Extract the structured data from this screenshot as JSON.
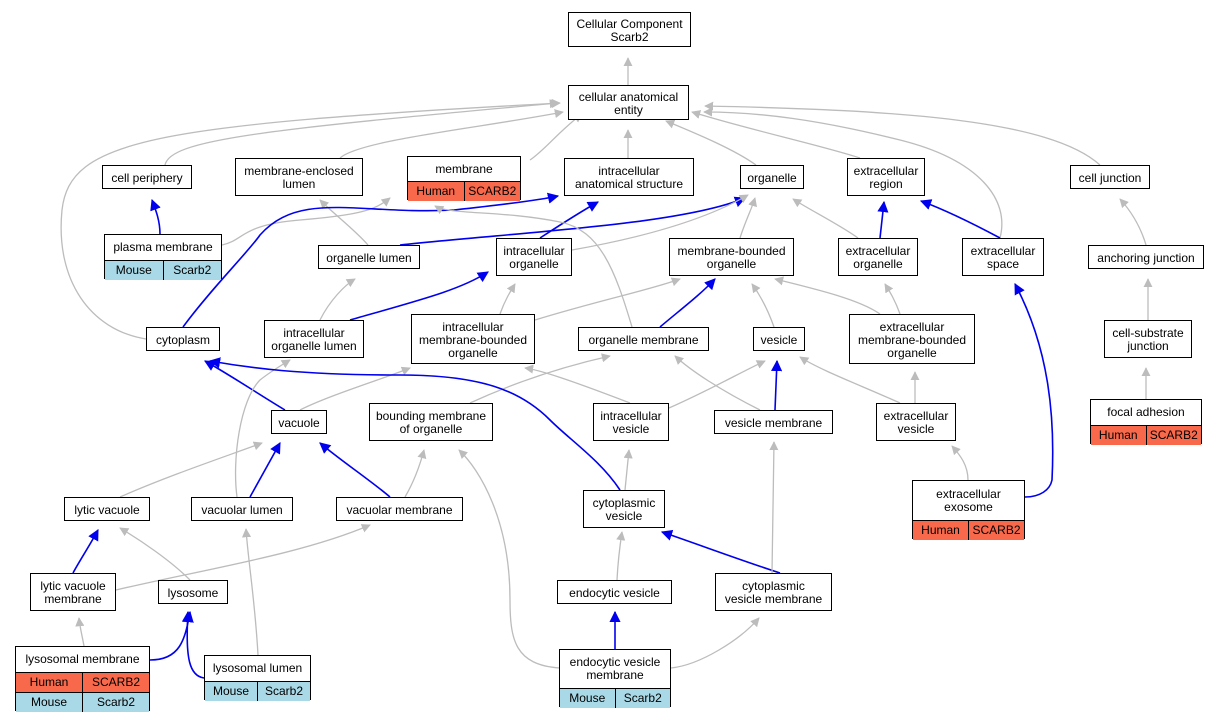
{
  "diagram": {
    "colors": {
      "is_a": "#bcbcbc",
      "part_of": "#0000ee",
      "human": "#f8694c",
      "mouse": "#a9d8e6"
    },
    "nodes": [
      {
        "id": "root",
        "label": "Cellular Component\nScarb2"
      },
      {
        "id": "cae",
        "label": "cellular anatomical\nentity"
      },
      {
        "id": "cell-periphery",
        "label": "cell periphery"
      },
      {
        "id": "mel",
        "label": "membrane-enclosed\nlumen"
      },
      {
        "id": "membrane",
        "label": "membrane",
        "annotations": [
          {
            "species": "Human",
            "gene": "SCARB2"
          }
        ]
      },
      {
        "id": "ias",
        "label": "intracellular\nanatomical structure"
      },
      {
        "id": "organelle",
        "label": "organelle"
      },
      {
        "id": "ecr",
        "label": "extracellular\nregion"
      },
      {
        "id": "cell-junction",
        "label": "cell junction"
      },
      {
        "id": "plasma-membrane",
        "label": "plasma membrane",
        "annotations": [
          {
            "species": "Mouse",
            "gene": "Scarb2"
          }
        ]
      },
      {
        "id": "organelle-lumen",
        "label": "organelle lumen"
      },
      {
        "id": "intracellular-organelle",
        "label": "intracellular\norganelle"
      },
      {
        "id": "mbo",
        "label": "membrane-bounded\norganelle"
      },
      {
        "id": "eco",
        "label": "extracellular\norganelle"
      },
      {
        "id": "ecs",
        "label": "extracellular\nspace"
      },
      {
        "id": "anchoring-junction",
        "label": "anchoring junction"
      },
      {
        "id": "cytoplasm",
        "label": "cytoplasm"
      },
      {
        "id": "iol",
        "label": "intracellular\norganelle lumen"
      },
      {
        "id": "imbo",
        "label": "intracellular\nmembrane-bounded\norganelle"
      },
      {
        "id": "organelle-membrane",
        "label": "organelle membrane"
      },
      {
        "id": "vesicle",
        "label": "vesicle"
      },
      {
        "id": "embo",
        "label": "extracellular\nmembrane-bounded\norganelle"
      },
      {
        "id": "csj",
        "label": "cell-substrate\njunction"
      },
      {
        "id": "vacuole",
        "label": "vacuole"
      },
      {
        "id": "bmo",
        "label": "bounding membrane\nof organelle"
      },
      {
        "id": "iv",
        "label": "intracellular\nvesicle"
      },
      {
        "id": "vesicle-membrane",
        "label": "vesicle membrane"
      },
      {
        "id": "ecv",
        "label": "extracellular\nvesicle"
      },
      {
        "id": "focal-adhesion",
        "label": "focal adhesion",
        "annotations": [
          {
            "species": "Human",
            "gene": "SCARB2"
          }
        ]
      },
      {
        "id": "ece",
        "label": "extracellular\nexosome",
        "annotations": [
          {
            "species": "Human",
            "gene": "SCARB2"
          }
        ]
      },
      {
        "id": "lytic-vacuole",
        "label": "lytic vacuole"
      },
      {
        "id": "vacuolar-lumen",
        "label": "vacuolar lumen"
      },
      {
        "id": "vacuolar-membrane",
        "label": "vacuolar membrane"
      },
      {
        "id": "cv",
        "label": "cytoplasmic\nvesicle"
      },
      {
        "id": "lvm",
        "label": "lytic vacuole\nmembrane"
      },
      {
        "id": "lysosome",
        "label": "lysosome"
      },
      {
        "id": "endocytic-vesicle",
        "label": "endocytic vesicle"
      },
      {
        "id": "cvm",
        "label": "cytoplasmic\nvesicle membrane"
      },
      {
        "id": "lysosomal-membrane",
        "label": "lysosomal membrane",
        "annotations": [
          {
            "species": "Human",
            "gene": "SCARB2"
          },
          {
            "species": "Mouse",
            "gene": "Scarb2"
          }
        ]
      },
      {
        "id": "lysosomal-lumen",
        "label": "lysosomal lumen",
        "annotations": [
          {
            "species": "Mouse",
            "gene": "Scarb2"
          }
        ]
      },
      {
        "id": "evm",
        "label": "endocytic vesicle\nmembrane",
        "annotations": [
          {
            "species": "Mouse",
            "gene": "Scarb2"
          }
        ]
      }
    ],
    "edges": [
      {
        "from": "cae",
        "to": "root",
        "type": "is_a"
      },
      {
        "from": "cell-periphery",
        "to": "cae",
        "type": "is_a"
      },
      {
        "from": "mel",
        "to": "cae",
        "type": "is_a"
      },
      {
        "from": "membrane",
        "to": "cae",
        "type": "is_a"
      },
      {
        "from": "ias",
        "to": "cae",
        "type": "is_a"
      },
      {
        "from": "organelle",
        "to": "cae",
        "type": "is_a"
      },
      {
        "from": "ecr",
        "to": "cae",
        "type": "is_a"
      },
      {
        "from": "cell-junction",
        "to": "cae",
        "type": "is_a"
      },
      {
        "from": "ecs",
        "to": "cae",
        "type": "is_a"
      },
      {
        "from": "cytoplasm",
        "to": "cae",
        "type": "is_a"
      },
      {
        "from": "plasma-membrane",
        "to": "cell-periphery",
        "type": "part_of"
      },
      {
        "from": "plasma-membrane",
        "to": "membrane",
        "type": "is_a"
      },
      {
        "from": "organelle-lumen",
        "to": "mel",
        "type": "is_a"
      },
      {
        "from": "organelle-lumen",
        "to": "organelle",
        "type": "part_of"
      },
      {
        "from": "cytoplasm",
        "to": "ias",
        "type": "part_of"
      },
      {
        "from": "intracellular-organelle",
        "to": "ias",
        "type": "part_of"
      },
      {
        "from": "intracellular-organelle",
        "to": "organelle",
        "type": "is_a"
      },
      {
        "from": "mbo",
        "to": "organelle",
        "type": "is_a"
      },
      {
        "from": "eco",
        "to": "organelle",
        "type": "is_a"
      },
      {
        "from": "eco",
        "to": "ecr",
        "type": "part_of"
      },
      {
        "from": "ecs",
        "to": "ecr",
        "type": "part_of"
      },
      {
        "from": "anchoring-junction",
        "to": "cell-junction",
        "type": "is_a"
      },
      {
        "from": "csj",
        "to": "anchoring-junction",
        "type": "is_a"
      },
      {
        "from": "focal-adhesion",
        "to": "csj",
        "type": "is_a"
      },
      {
        "from": "iol",
        "to": "organelle-lumen",
        "type": "is_a"
      },
      {
        "from": "iol",
        "to": "intracellular-organelle",
        "type": "part_of"
      },
      {
        "from": "imbo",
        "to": "intracellular-organelle",
        "type": "is_a"
      },
      {
        "from": "imbo",
        "to": "mbo",
        "type": "is_a"
      },
      {
        "from": "organelle-membrane",
        "to": "membrane",
        "type": "is_a"
      },
      {
        "from": "organelle-membrane",
        "to": "mbo",
        "type": "part_of"
      },
      {
        "from": "vesicle",
        "to": "mbo",
        "type": "is_a"
      },
      {
        "from": "embo",
        "to": "mbo",
        "type": "is_a"
      },
      {
        "from": "embo",
        "to": "eco",
        "type": "is_a"
      },
      {
        "from": "vacuole",
        "to": "imbo",
        "type": "is_a"
      },
      {
        "from": "vacuole",
        "to": "cytoplasm",
        "type": "part_of"
      },
      {
        "from": "bmo",
        "to": "organelle-membrane",
        "type": "is_a"
      },
      {
        "from": "iv",
        "to": "imbo",
        "type": "is_a"
      },
      {
        "from": "iv",
        "to": "vesicle",
        "type": "is_a"
      },
      {
        "from": "vesicle-membrane",
        "to": "vesicle",
        "type": "part_of"
      },
      {
        "from": "vesicle-membrane",
        "to": "organelle-membrane",
        "type": "is_a"
      },
      {
        "from": "ecv",
        "to": "vesicle",
        "type": "is_a"
      },
      {
        "from": "ecv",
        "to": "embo",
        "type": "is_a"
      },
      {
        "from": "ece",
        "to": "ecv",
        "type": "is_a"
      },
      {
        "from": "ece",
        "to": "ecs",
        "type": "part_of"
      },
      {
        "from": "lytic-vacuole",
        "to": "vacuole",
        "type": "is_a"
      },
      {
        "from": "vacuolar-lumen",
        "to": "vacuole",
        "type": "part_of"
      },
      {
        "from": "vacuolar-lumen",
        "to": "iol",
        "type": "is_a"
      },
      {
        "from": "vacuolar-membrane",
        "to": "vacuole",
        "type": "part_of"
      },
      {
        "from": "vacuolar-membrane",
        "to": "bmo",
        "type": "is_a"
      },
      {
        "from": "cv",
        "to": "iv",
        "type": "is_a"
      },
      {
        "from": "cv",
        "to": "cytoplasm",
        "type": "part_of"
      },
      {
        "from": "lvm",
        "to": "lytic-vacuole",
        "type": "part_of"
      },
      {
        "from": "lvm",
        "to": "vacuolar-membrane",
        "type": "is_a"
      },
      {
        "from": "lysosome",
        "to": "lytic-vacuole",
        "type": "is_a"
      },
      {
        "from": "endocytic-vesicle",
        "to": "cv",
        "type": "is_a"
      },
      {
        "from": "cvm",
        "to": "cv",
        "type": "part_of"
      },
      {
        "from": "cvm",
        "to": "vesicle-membrane",
        "type": "is_a"
      },
      {
        "from": "lysosomal-membrane",
        "to": "lvm",
        "type": "is_a"
      },
      {
        "from": "lysosomal-membrane",
        "to": "lysosome",
        "type": "part_of"
      },
      {
        "from": "lysosomal-lumen",
        "to": "lysosome",
        "type": "part_of"
      },
      {
        "from": "lysosomal-lumen",
        "to": "vacuolar-lumen",
        "type": "is_a"
      },
      {
        "from": "evm",
        "to": "endocytic-vesicle",
        "type": "part_of"
      },
      {
        "from": "evm",
        "to": "bmo",
        "type": "is_a"
      },
      {
        "from": "evm",
        "to": "cvm",
        "type": "is_a"
      }
    ]
  }
}
